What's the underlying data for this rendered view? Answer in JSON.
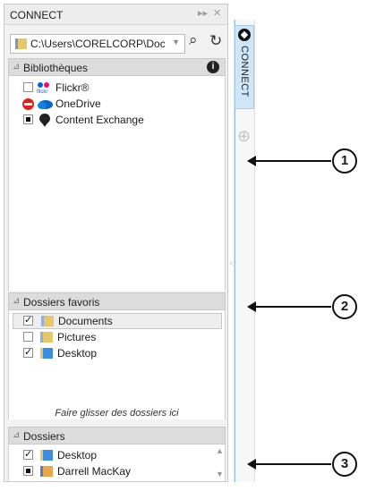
{
  "panel": {
    "title": "CONNECT",
    "path_value": "C:\\Users\\CORELCORP\\Doc"
  },
  "libraries": {
    "header": "Bibliothèques",
    "info": "i",
    "items": [
      {
        "label": "Flickr®",
        "state": "unchecked",
        "icon": "flickr-icon"
      },
      {
        "label": "OneDrive",
        "state": "blocked",
        "icon": "onedrive-icon"
      },
      {
        "label": "Content Exchange",
        "state": "square",
        "icon": "content-exchange-icon"
      }
    ]
  },
  "favorites": {
    "header": "Dossiers favoris",
    "items": [
      {
        "label": "Documents",
        "state": "checked"
      },
      {
        "label": "Pictures",
        "state": "unchecked"
      },
      {
        "label": "Desktop",
        "state": "checked"
      }
    ],
    "hint": "Faire glisser des dossiers ici"
  },
  "folders": {
    "header": "Dossiers",
    "items": [
      {
        "label": "Desktop",
        "state": "checked"
      },
      {
        "label": "Darrell MacKay",
        "state": "square"
      }
    ]
  },
  "dock": {
    "tab_label": "CONNECT",
    "add_symbol": "⊕"
  },
  "callouts": [
    "1",
    "2",
    "3"
  ],
  "glyphs": {
    "check": "✓",
    "section_triangle": "⊿",
    "tri_up": "▲",
    "tri_down": "▼",
    "pin": "▸▸",
    "close": "✕",
    "search": "⌕",
    "refresh": "↻"
  }
}
